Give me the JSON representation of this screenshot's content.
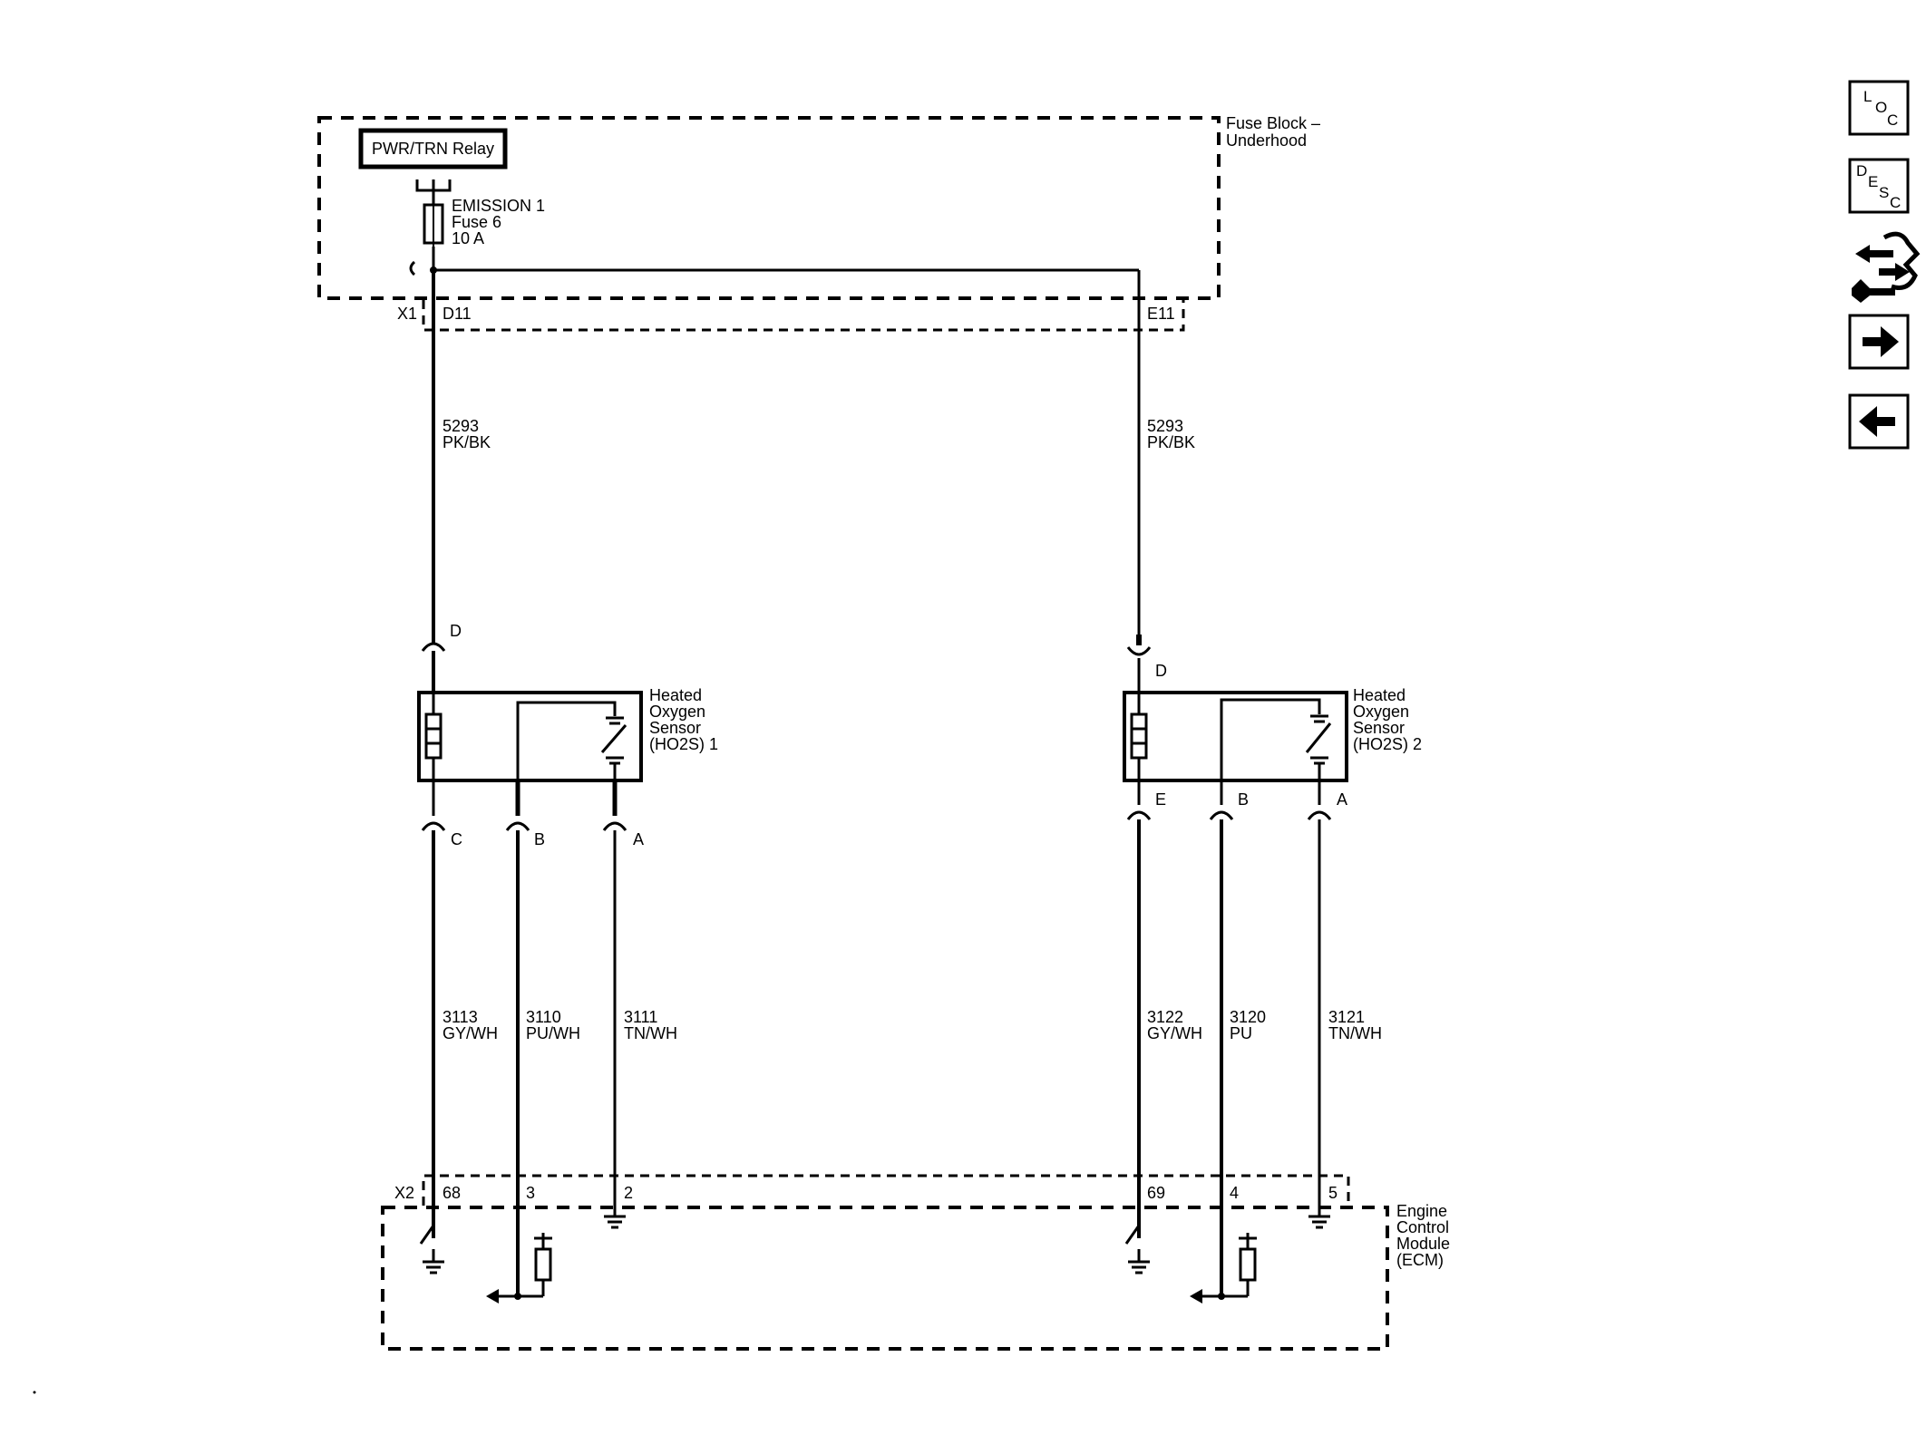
{
  "fuse_block": {
    "label_line1": "Fuse Block –",
    "label_line2": "Underhood",
    "relay_label": "PWR/TRN Relay",
    "fuse_line1": "EMISSION 1",
    "fuse_line2": "Fuse 6",
    "fuse_line3": "10 A"
  },
  "connector_x1": {
    "name": "X1",
    "pin_left": "D11",
    "pin_right": "E11"
  },
  "supply_wires": {
    "left": {
      "circuit": "5293",
      "color": "PK/BK"
    },
    "right": {
      "circuit": "5293",
      "color": "PK/BK"
    }
  },
  "sensor1": {
    "name_line1": "Heated",
    "name_line2": "Oxygen",
    "name_line3": "Sensor",
    "name_line4": "(HO2S) 1",
    "pin_top": "D",
    "pins_bottom": [
      "C",
      "B",
      "A"
    ]
  },
  "sensor2": {
    "name_line1": "Heated",
    "name_line2": "Oxygen",
    "name_line3": "Sensor",
    "name_line4": "(HO2S) 2",
    "pin_top": "D",
    "pins_bottom": [
      "E",
      "B",
      "A"
    ]
  },
  "signal_wires": [
    {
      "circuit": "3113",
      "color": "GY/WH"
    },
    {
      "circuit": "3110",
      "color": "PU/WH"
    },
    {
      "circuit": "3111",
      "color": "TN/WH"
    },
    {
      "circuit": "3122",
      "color": "GY/WH"
    },
    {
      "circuit": "3120",
      "color": "PU"
    },
    {
      "circuit": "3121",
      "color": "TN/WH"
    }
  ],
  "connector_x2": {
    "name": "X2",
    "pins": [
      "68",
      "3",
      "2",
      "69",
      "4",
      "5"
    ]
  },
  "ecm": {
    "label_line1": "Engine",
    "label_line2": "Control",
    "label_line3": "Module",
    "label_line4": "(ECM)"
  },
  "side_buttons": {
    "loc": {
      "l1": "L",
      "l2": "O",
      "l3": "C"
    },
    "desc": {
      "l1": "D",
      "l2": "E",
      "l3": "S",
      "l4": "C"
    },
    "icons": [
      "loc-icon",
      "desc-icon",
      "connector-tool-icon",
      "forward-arrow-icon",
      "back-arrow-icon"
    ]
  }
}
